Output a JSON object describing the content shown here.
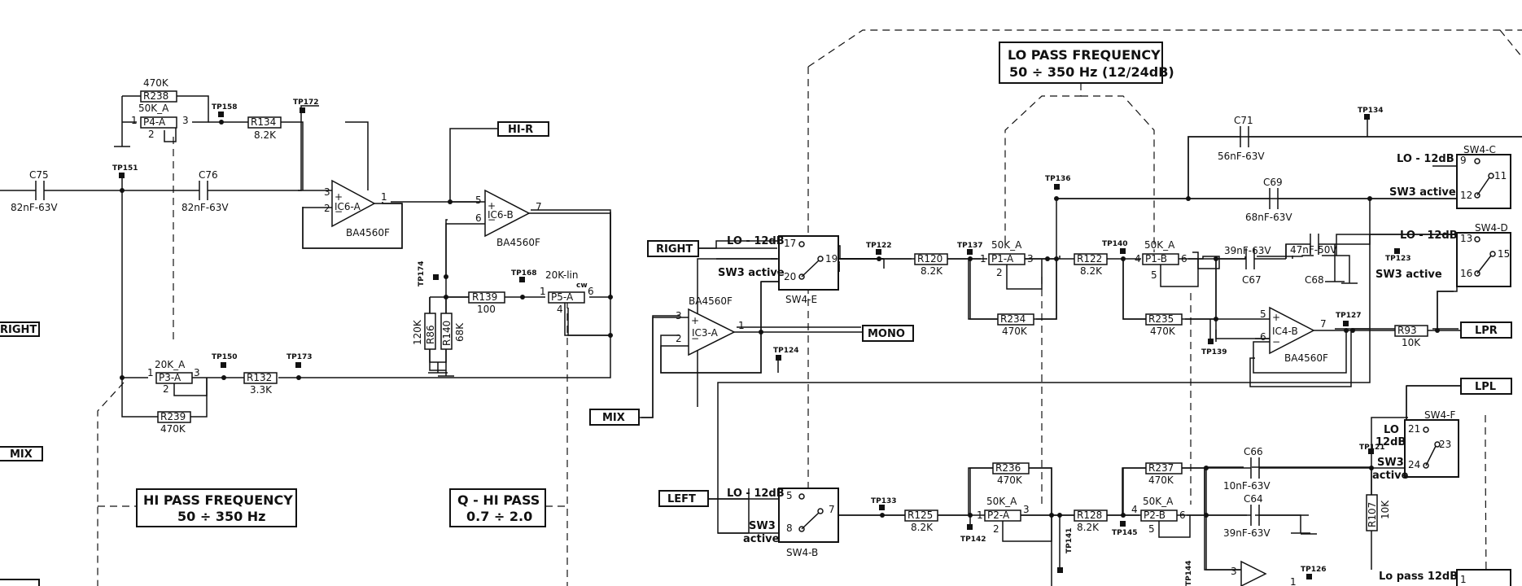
{
  "boxes": {
    "lo_pass_title_line1": "LO PASS FREQUENCY",
    "lo_pass_title_line2": "50 ÷ 350 Hz (12/24dB)",
    "hi_pass_title_line1": "HI PASS FREQUENCY",
    "hi_pass_title_line2": "50 ÷ 350 Hz",
    "q_hi_pass_line1": "Q - HI PASS",
    "q_hi_pass_line2": "0.7 ÷ 2.0",
    "lo_pass_12db": "Lo pass 12dB"
  },
  "connectors": {
    "hi_r": "HI-R",
    "right_left": "RIGHT",
    "mix_left": "MIX",
    "right": "RIGHT",
    "mix": "MIX",
    "mono": "MONO",
    "left": "LEFT",
    "lpr": "LPR",
    "lpl": "LPL"
  },
  "components": {
    "c75": "C75",
    "c75_val": "82nF-63V",
    "tp151": "TP151",
    "c76": "C76",
    "c76_val": "82nF-63V",
    "r238_val": "470K",
    "r238": "R238",
    "p4_val": "50K_A",
    "p4": "P4-A",
    "tp158": "TP158",
    "r134": "R134",
    "r134_val": "8.2K",
    "tp172": "TP172",
    "ic6a": "IC6-A",
    "ic6a_part": "BA4560F",
    "ic6b": "IC6-B",
    "ic6b_part": "BA4560F",
    "tp174": "TP174",
    "tp168": "TP168",
    "r139": "R139",
    "r139_val": "100",
    "p5_val": "20K-lin",
    "p5": "P5-A",
    "cw": "cw",
    "r86": "R86",
    "r86_val": "120K",
    "r140": "R140",
    "r140_val": "68K",
    "p3_val": "20K_A",
    "p3": "P3-A",
    "tp150": "TP150",
    "tp173": "TP173",
    "r132": "R132",
    "r132_val": "3.3K",
    "r239": "R239",
    "r239_val": "470K",
    "ic3a_part": "BA4560F",
    "ic3a": "IC3-A",
    "tp124": "TP124",
    "sw4e": "SW4-E",
    "sw4b": "SW4-B",
    "sw4c": "SW4-C",
    "sw4d": "SW4-D",
    "sw4f": "SW4-F",
    "lo12db": "LO - 12dB",
    "sw3active": "SW3 active",
    "sw3": "SW3",
    "active": "active",
    "lo": "LO",
    "db12": "12dB",
    "tp122": "TP122",
    "r120": "R120",
    "r120_val": "8.2K",
    "tp137": "TP137",
    "p1a_val": "50K_A",
    "p1a": "P1-A",
    "tp136": "TP136",
    "r122": "R122",
    "r122_val": "8.2K",
    "tp140": "TP140",
    "p1b_val": "50K_A",
    "p1b": "P1-B",
    "r234": "R234",
    "r234_val": "470K",
    "r235": "R235",
    "r235_val": "470K",
    "tp139": "TP139",
    "c71": "C71",
    "c71_val": "56nF-63V",
    "tp134": "TP134",
    "c69": "C69",
    "c69_val": "68nF-63V",
    "c67_val": "39nF-63V",
    "c67": "C67",
    "c68_val": "47nF-50V",
    "c68": "C68",
    "tp123": "TP123",
    "ic4b": "IC4-B",
    "ic4b_part": "BA4560F",
    "tp127": "TP127",
    "r93": "R93",
    "r93_val": "10K",
    "tp133": "TP133",
    "r125": "R125",
    "r125_val": "8.2K",
    "tp142": "TP142",
    "p2a_val": "50K_A",
    "p2a": "P2-A",
    "r236": "R236",
    "r236_val": "470K",
    "r128": "R128",
    "r128_val": "8.2K",
    "tp145": "TP145",
    "tp141": "TP141",
    "p2b_val": "50K_A",
    "p2b": "P2-B",
    "r237": "R237",
    "r237_val": "470K",
    "c66": "C66",
    "c66_val": "10nF-63V",
    "c64": "C64",
    "c64_val": "39nF-63V",
    "tp121": "TP121",
    "r107": "R107",
    "r107_val": "10K",
    "tp144": "TP144",
    "tp126": "TP126"
  }
}
